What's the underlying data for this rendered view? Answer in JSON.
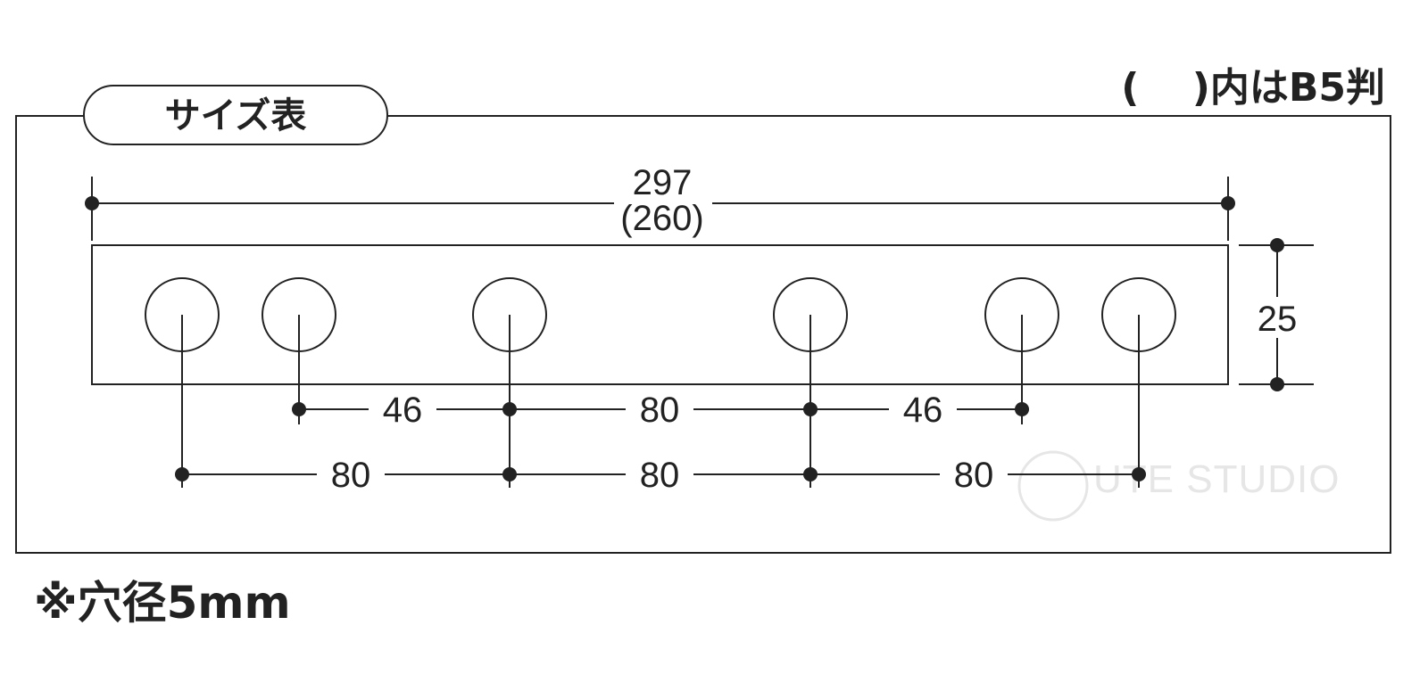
{
  "header_note": "(　 )内はB5判",
  "size_table_label": "サイズ表",
  "dimensions": {
    "overall_width": "297",
    "overall_width_b5": "(260)",
    "height": "25",
    "top_row": [
      "46",
      "80",
      "46"
    ],
    "bottom_row": [
      "80",
      "80",
      "80"
    ]
  },
  "hole_note": "※穴径5mm",
  "watermark": "UTE STUDIO",
  "colors": {
    "line": "#222222",
    "watermark": "#e6e6e6"
  }
}
